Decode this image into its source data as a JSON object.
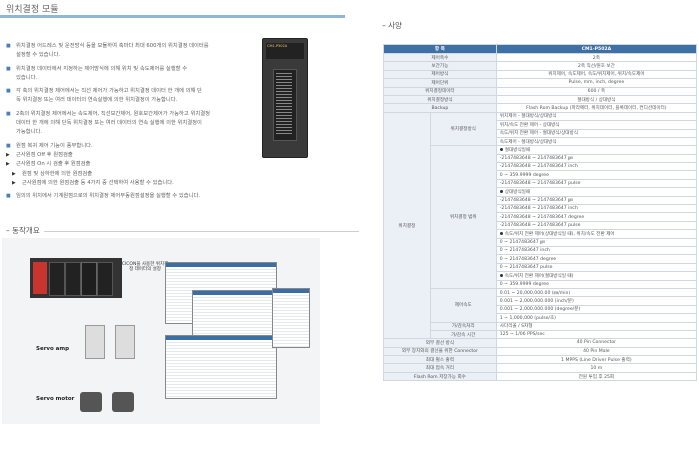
{
  "page": {
    "title": "위치결정 모듈",
    "features": [
      {
        "style": "bul",
        "text": "위치결정 어드레스 및 운전방식 등을 모듈하여 축마다 최대 600개의 위치결정 데이터를"
      },
      {
        "style": "cont",
        "text": "설정할 수 있습니다."
      },
      {
        "style": "bul",
        "text": "위치결정 데이터에서 지정하는 제어방식에 의해 위치 및 속도제어를 실행할 수"
      },
      {
        "style": "cont",
        "text": "있습니다."
      },
      {
        "style": "bul",
        "text": "각 축의 위치결정 제어에서는 직선 제어가 가능하고 위치결정 데이터 한 개에 의해 단"
      },
      {
        "style": "cont",
        "text": "독 위치결정 또는 여러 데이터의 연속실행에 의한 위치결정이 가능합니다."
      },
      {
        "style": "bul",
        "text": "2축의 위치결정 제어에서는 속도제어, 직선보간제어, 원호보간제어가 가능하고 위치결정"
      },
      {
        "style": "cont",
        "text": "데이터 한 개에 의해 단독 위치결정 또는 여러 데이터의 연속 실행에 의한 위치결정이"
      },
      {
        "style": "cont",
        "text": "가능합니다."
      },
      {
        "style": "bul",
        "text": "원점 복귀 제어 기능이 풍부합니다."
      },
      {
        "style": "tri",
        "text": "근사원점 Off 후 원점검출"
      },
      {
        "style": "tri",
        "text": "근사원점 On 시 검출 후 원점검출"
      },
      {
        "style": "tri2",
        "text": "원점 및 상하한에 의한 원점검출"
      },
      {
        "style": "tri2",
        "text": "근사원점에 의한 원점검출 등 4가지 중 선택하여 사용할 수 있습니다."
      },
      {
        "style": "bul",
        "text": "임의의 위치에서 기계원점으로의 위치결정 제어부동원점설정을 실행할 수 있습니다."
      }
    ],
    "module_label": "CM1-P502A",
    "section_overview": "– 동작개요",
    "overview": {
      "callout": "CICON을 사용한 위치결정 데이터의 설정",
      "servo_amp": "Servo amp",
      "servo_motor": "Servo motor"
    },
    "section_spec": "– 사양"
  },
  "spec": {
    "header": [
      "항 목",
      "CM1-P502A"
    ],
    "rows": [
      {
        "k": "제어축수",
        "v": "2축"
      },
      {
        "k": "보간기능",
        "v": "2축 직선/원호 보간"
      },
      {
        "k": "제어방식",
        "v": "위치제어, 속도제어, 속도/위치제어, 위치/속도제어"
      },
      {
        "k": "제어단위",
        "v": "Pulse, mm, inch, degree"
      },
      {
        "k": "위치결정데이터",
        "v": "600 / 축"
      },
      {
        "k": "위치결정방식",
        "v": "절대방식 / 상대방식"
      },
      {
        "k": "Backup",
        "v": "Flash Rom Backup (파라메터, 위치데이터, 블록데이터, 컨디션데이터)"
      }
    ],
    "group_label": "위치결정",
    "pos_method_label": "위치결정방식",
    "pos_method": [
      "위치제어 - 절대방식/상대방식",
      "위치/속도 전환 제어 - 상대방식",
      "속도/위치 전환 제어 - 절대방식/상대방식",
      "속도제어 - 절대방식/상대방식"
    ],
    "range_label": "위치결정 범위",
    "range_abs_head": "절대방식일때",
    "range_abs": [
      "-2147483648 ~ 2147483647 ㎛",
      "-2147483648 ~ 2147483647 inch",
      "0 ~ 359.9999 degree",
      "-2147483648 ~ 2147483647 pulse"
    ],
    "range_rel_head": "상대방식일때",
    "range_rel": [
      "-2147483648 ~ 2147483647 ㎛",
      "-2147483648 ~ 2147483647 inch",
      "-2147483648 ~ 2147483647 degree",
      "-2147483648 ~ 2147483647 pulse"
    ],
    "range_vp_head": "속도/위치 전환 제어(상대방식일 때), 위치/속도 전환 제어",
    "range_vp": [
      "0 ~ 2147483647 ㎛",
      "0 ~ 2147483647 inch",
      "0 ~ 2147483647 degree",
      "0 ~ 2147483647 pulse"
    ],
    "range_pv_head": "속도/위치 전환 제어(절대방식일 때)",
    "range_pv": [
      "0 ~ 359.9999 degree"
    ],
    "speed_label": "제어속도",
    "speed": [
      "0.01 ~ 20,000,000.00 (㎜/min)",
      "0.001 ~ 2,000,000.000 (inch/분)",
      "0.001 ~ 2,000,000.000 (degree/분)",
      "1 ~ 1,000,000 (pulse/초)"
    ],
    "accel_label": "가/감속처리",
    "accel": "사다리꼴 / S자형",
    "accel_time_label": "가/감속 시간",
    "accel_time": "125 ~ 1/06 PPS/sec",
    "tail": [
      {
        "k": "외부 결선 방식",
        "v": "40 Pin Connector"
      },
      {
        "k": "외부 장치와의 결선을 위한 Connector",
        "v": "40 Pin Male"
      },
      {
        "k": "최대 펄스 출력",
        "v": "1 MPPS (Line Driver Pulse 출력)"
      },
      {
        "k": "최대 접속 거리",
        "v": "10 m"
      },
      {
        "k": "Flash Rom 저장가능 회수",
        "v": "전원 투입 후 25회"
      }
    ]
  }
}
